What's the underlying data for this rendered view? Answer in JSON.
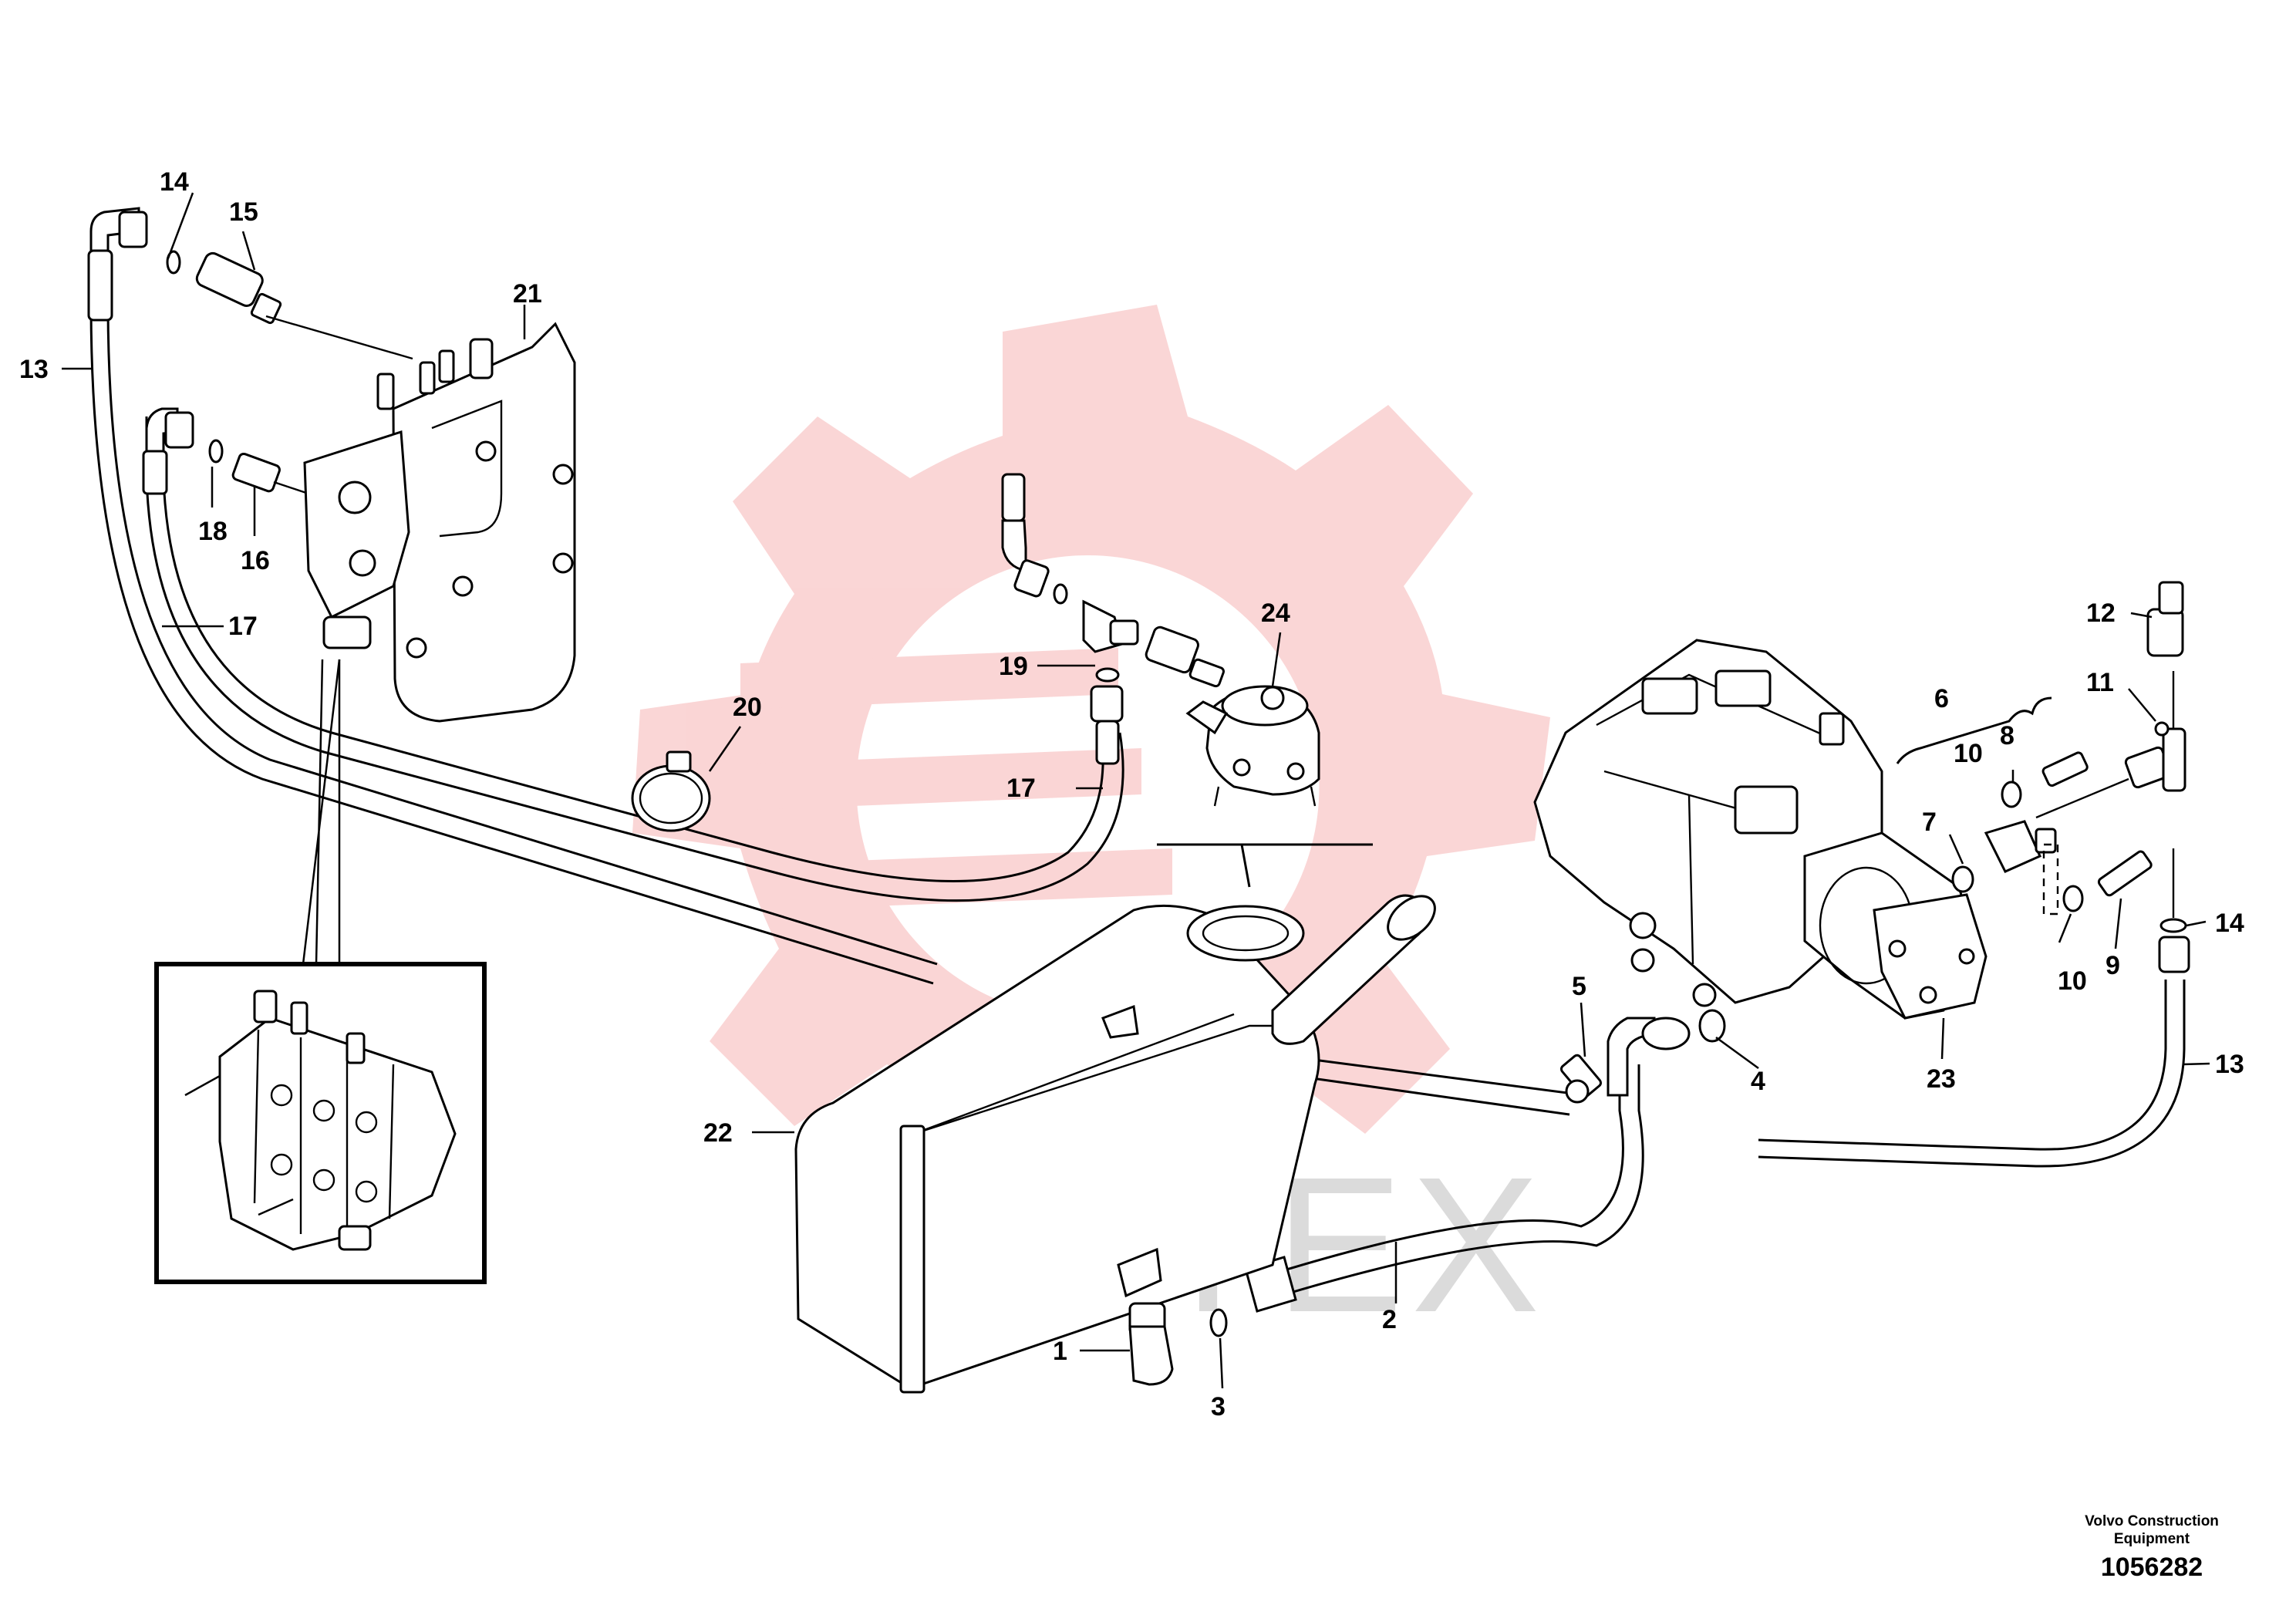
{
  "watermark": {
    "text": "ИНТЕХ",
    "gear_color": "#f5a3a3"
  },
  "callouts": [
    "1",
    "2",
    "3",
    "4",
    "5",
    "6",
    "7",
    "8",
    "9",
    "10",
    "10",
    "11",
    "12",
    "13",
    "13",
    "14",
    "14",
    "15",
    "16",
    "17",
    "17",
    "18",
    "19",
    "20",
    "21",
    "22",
    "23",
    "24"
  ],
  "labels": {
    "l1": "1",
    "l2": "2",
    "l3": "3",
    "l4": "4",
    "l5": "5",
    "l6": "6",
    "l7": "7",
    "l8": "8",
    "l9": "9",
    "l10a": "10",
    "l10b": "10",
    "l11": "11",
    "l12": "12",
    "l13a": "13",
    "l13b": "13",
    "l14a": "14",
    "l14b": "14",
    "l15": "15",
    "l16": "16",
    "l17a": "17",
    "l17b": "17",
    "l18": "18",
    "l19": "19",
    "l20": "20",
    "l21": "21",
    "l22": "22",
    "l23": "23",
    "l24": "24"
  },
  "footer": {
    "credit_line1": "Volvo Construction",
    "credit_line2": "Equipment",
    "part_number": "1056282"
  }
}
